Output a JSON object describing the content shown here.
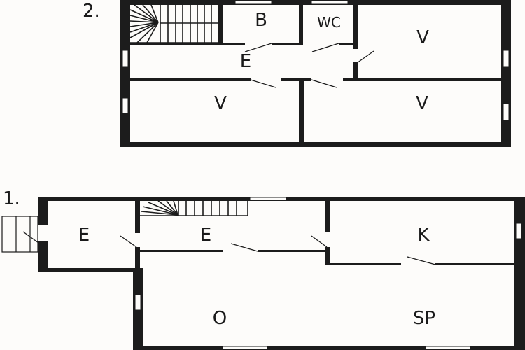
{
  "colors": {
    "wall": "#1c1c1c",
    "floor": "#fdfcfa",
    "background": "#fdfcfa"
  },
  "floors": [
    {
      "label": "2.",
      "rooms": [
        {
          "label": "B"
        },
        {
          "label": "WC"
        },
        {
          "label": "V"
        },
        {
          "label": "E"
        },
        {
          "label": "V"
        },
        {
          "label": "V"
        }
      ]
    },
    {
      "label": "1.",
      "rooms": [
        {
          "label": "E"
        },
        {
          "label": "E"
        },
        {
          "label": "K"
        },
        {
          "label": "O"
        },
        {
          "label": "SP"
        }
      ]
    }
  ]
}
